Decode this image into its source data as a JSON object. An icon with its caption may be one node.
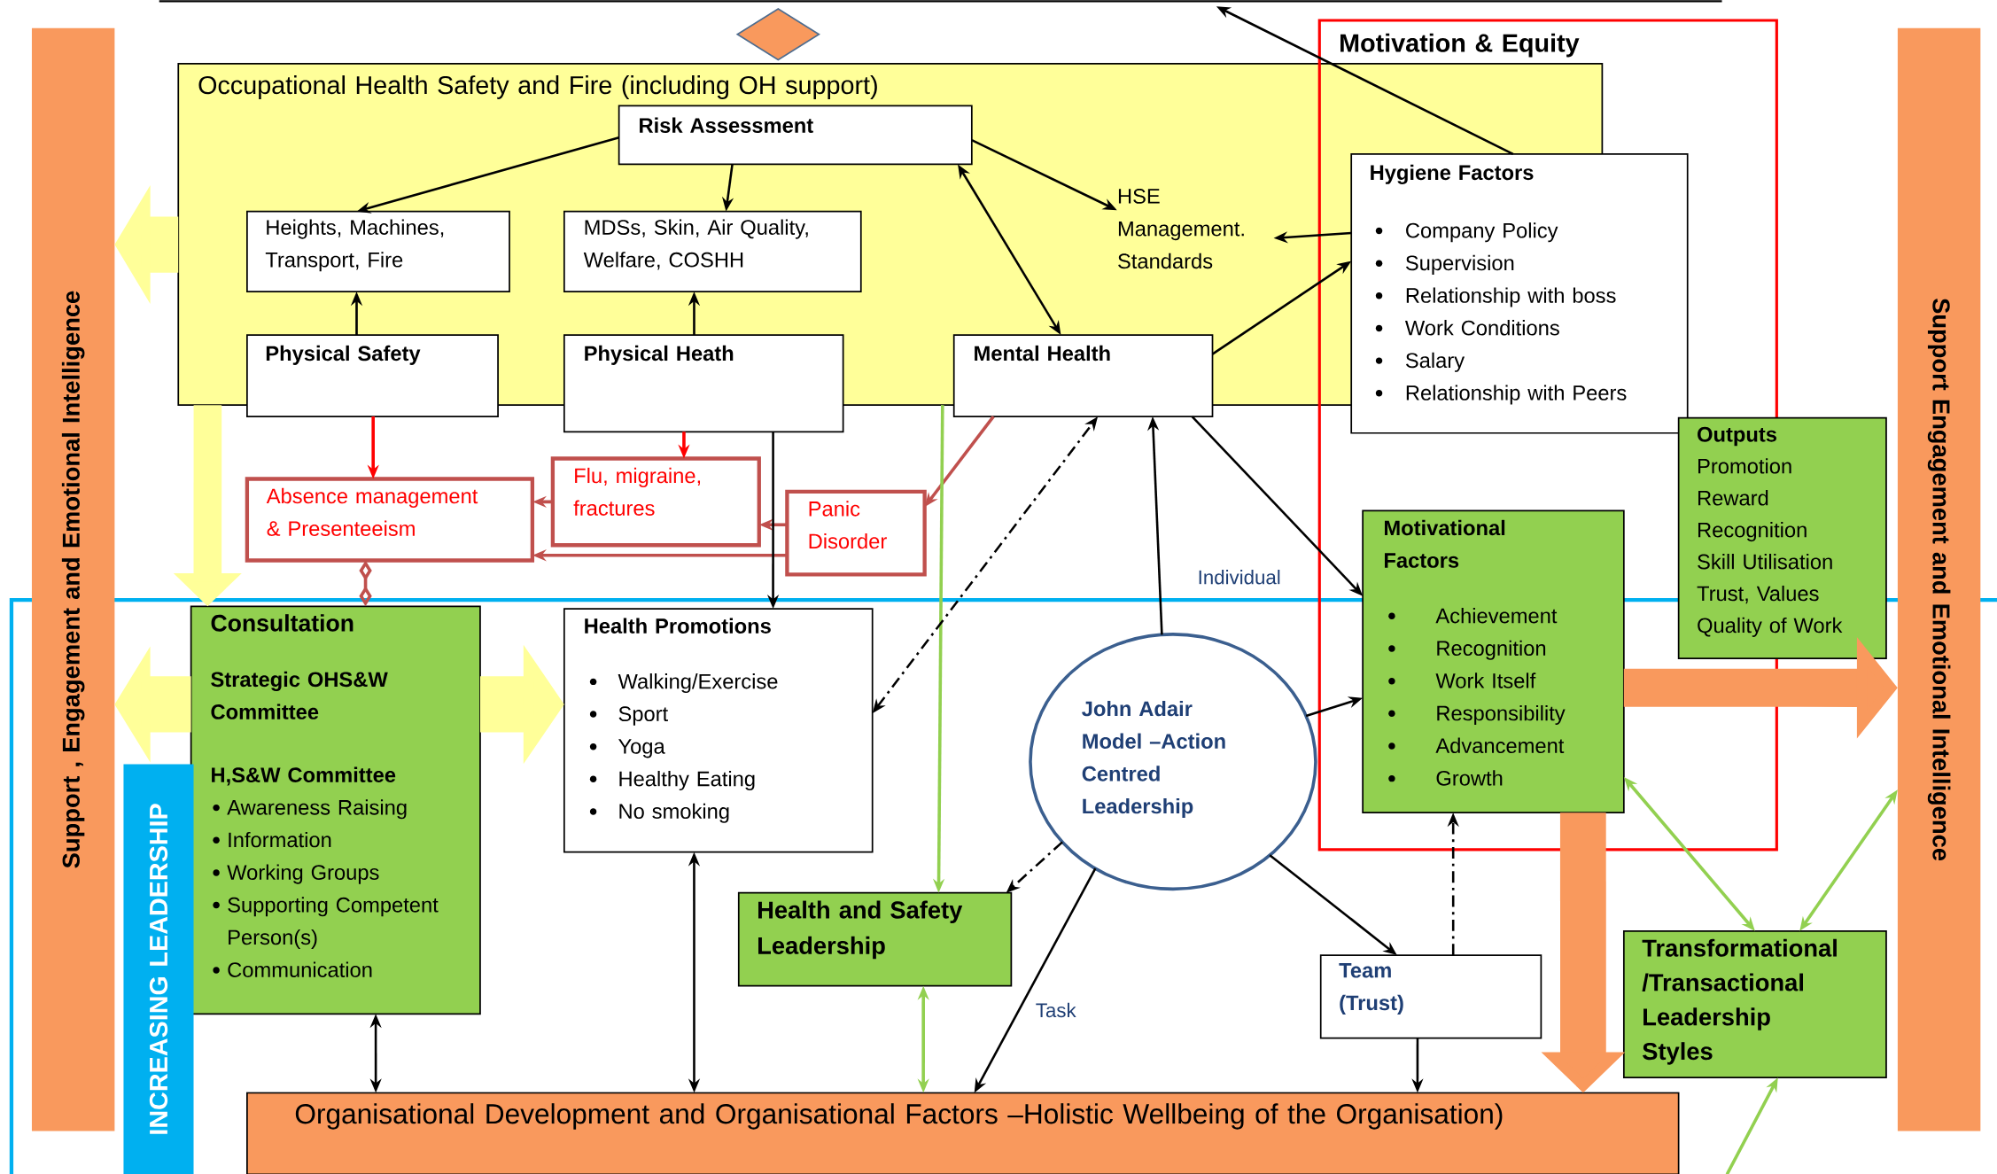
{
  "diagram": {
    "nodes": [
      {
        "text": [
          "Occupational Health Safety and Fire (including OH support)"
        ]
      },
      {
        "text": [
          "Risk Assessment"
        ],
        "in": 0
      },
      {
        "text": [
          "Heights, Machines, Transport, Fire"
        ],
        "in": 0
      },
      {
        "text": [
          "MDSs, Skin, Air Quality, Welfare, COSHH"
        ],
        "in": 0
      },
      {
        "text": [
          "Physical Safety"
        ]
      },
      {
        "text": [
          "Physical Heath"
        ]
      },
      {
        "text": [
          "Mental Health"
        ]
      },
      {
        "text": [
          "HSE Management. Standards"
        ],
        "in": 0
      },
      {
        "text": [
          "Motivation & Equity"
        ]
      },
      {
        "text": [
          "Hygiene Factors",
          "Company Policy",
          "Supervision",
          "Relationship with boss",
          "Work Conditions",
          "Salary",
          "Relationship with Peers"
        ],
        "in": 8
      },
      {
        "text": [
          "Absence management & Presenteeism"
        ]
      },
      {
        "text": [
          "Flu, migraine, fractures"
        ]
      },
      {
        "text": [
          "Panic Disorder"
        ]
      },
      {
        "text": [
          "Outputs",
          "Promotion",
          "Reward",
          "Recognition",
          "Skill Utilisation",
          "Trust, Values",
          "Quality of Work"
        ]
      },
      {
        "text": [
          "Motivational Factors",
          "Achievement",
          "Recognition",
          "Work Itself",
          "Responsibility",
          "Advancement",
          "Growth"
        ],
        "in": 8
      },
      {
        "text": [
          "Consultation",
          "Strategic OHS&W Committee",
          "H,S&W Committee",
          "Awareness Raising",
          "Information",
          "Working Groups",
          "Supporting Competent Person(s)",
          "Communication"
        ]
      },
      {
        "text": [
          "Health Promotions",
          "Walking/Exercise",
          "Sport",
          "Yoga",
          "Healthy Eating",
          "No smoking"
        ]
      },
      {
        "text": [
          "John Adair Model –Action Centred Leadership"
        ]
      },
      {
        "text": [
          "Health and Safety Leadership"
        ]
      },
      {
        "text": [
          "Team (Trust)"
        ]
      },
      {
        "text": [
          "Transformational /Transactional Leadership Styles"
        ]
      },
      {
        "text": [
          "Organisational Development and Organisational Factors –Holistic Wellbeing of the Organisation)"
        ]
      },
      {
        "text": [
          "Support , Engagement and Emotional Intelligence"
        ]
      },
      {
        "text": [
          "Support Engagement and Emotional Intelligence"
        ]
      },
      {
        "text": [
          "INCREASING LEADERSHIP"
        ]
      },
      {
        "text": [],
        "shape": "diamond"
      }
    ],
    "edges": [
      {
        "from": 1,
        "to": 2,
        "arrow": "to"
      },
      {
        "from": 1,
        "to": 3,
        "arrow": "to"
      },
      {
        "from": 4,
        "to": 2,
        "arrow": "to"
      },
      {
        "from": 5,
        "to": 3,
        "arrow": "to"
      },
      {
        "from": 1,
        "to": 7,
        "arrow": "to"
      },
      {
        "from": 1,
        "to": 6,
        "arrow": "both"
      },
      {
        "from": 9,
        "to": 7,
        "arrow": "to"
      },
      {
        "from": 6,
        "to": 9,
        "arrow": "to"
      },
      {
        "from": 9,
        "to": null,
        "arrow": "to"
      },
      {
        "from": 4,
        "to": 10,
        "arrow": "to",
        "color": "#ff0000"
      },
      {
        "from": 5,
        "to": 11,
        "arrow": "to",
        "color": "#ff0000"
      },
      {
        "from": 12,
        "to": 11,
        "arrow": "to",
        "color": "#c0504d"
      },
      {
        "from": 12,
        "to": 10,
        "arrow": "to",
        "color": "#c0504d"
      },
      {
        "from": 11,
        "to": 10,
        "arrow": "to",
        "color": "#c0504d"
      },
      {
        "from": 6,
        "to": 12,
        "arrow": "to",
        "color": "#c0504d"
      },
      {
        "from": 10,
        "to": 15,
        "arrow": "other",
        "color": "#c0504d"
      },
      {
        "from": 5,
        "to": 16,
        "arrow": "to"
      },
      {
        "from": 0,
        "to": 18,
        "arrow": "to",
        "color": "#92d050"
      },
      {
        "from": 16,
        "to": 6,
        "arrow": "both",
        "style": "dashed"
      },
      {
        "from": 17,
        "to": 6,
        "arrow": "to",
        "label": "Individual"
      },
      {
        "from": 6,
        "to": 14,
        "arrow": "to"
      },
      {
        "from": 17,
        "to": 14,
        "arrow": "to"
      },
      {
        "from": 17,
        "to": 18,
        "arrow": "to",
        "style": "dashed"
      },
      {
        "from": 17,
        "to": 21,
        "arrow": "to",
        "label": "Task"
      },
      {
        "from": 17,
        "to": 19,
        "arrow": "to"
      },
      {
        "from": 19,
        "to": 14,
        "arrow": "to",
        "style": "dashed"
      },
      {
        "from": 19,
        "to": 21,
        "arrow": "to"
      },
      {
        "from": 15,
        "to": 21,
        "arrow": "both"
      },
      {
        "from": 16,
        "to": 21,
        "arrow": "both"
      },
      {
        "from": 18,
        "to": 21,
        "arrow": "both",
        "color": "#92d050"
      },
      {
        "from": 14,
        "to": 20,
        "arrow": "both",
        "color": "#92d050"
      },
      {
        "from": 23,
        "to": 20,
        "arrow": "both",
        "color": "#92d050"
      },
      {
        "from": null,
        "to": 20,
        "arrow": "to",
        "color": "#92d050"
      },
      {
        "from": 0,
        "to": 22,
        "arrow": "to",
        "style": "thick",
        "color": "#ffff99"
      },
      {
        "from": 0,
        "to": 15,
        "arrow": "to",
        "style": "thick",
        "color": "#ffff99"
      },
      {
        "from": 15,
        "to": 22,
        "arrow": "to",
        "style": "thick",
        "color": "#ffff99"
      },
      {
        "from": 15,
        "to": 16,
        "arrow": "to",
        "style": "thick",
        "color": "#ffff99"
      },
      {
        "from": 14,
        "to": 23,
        "arrow": "to",
        "style": "thick",
        "color": "#f9995d"
      },
      {
        "from": 14,
        "to": 21,
        "arrow": "to",
        "style": "thick",
        "color": "#f9995d"
      }
    ]
  }
}
